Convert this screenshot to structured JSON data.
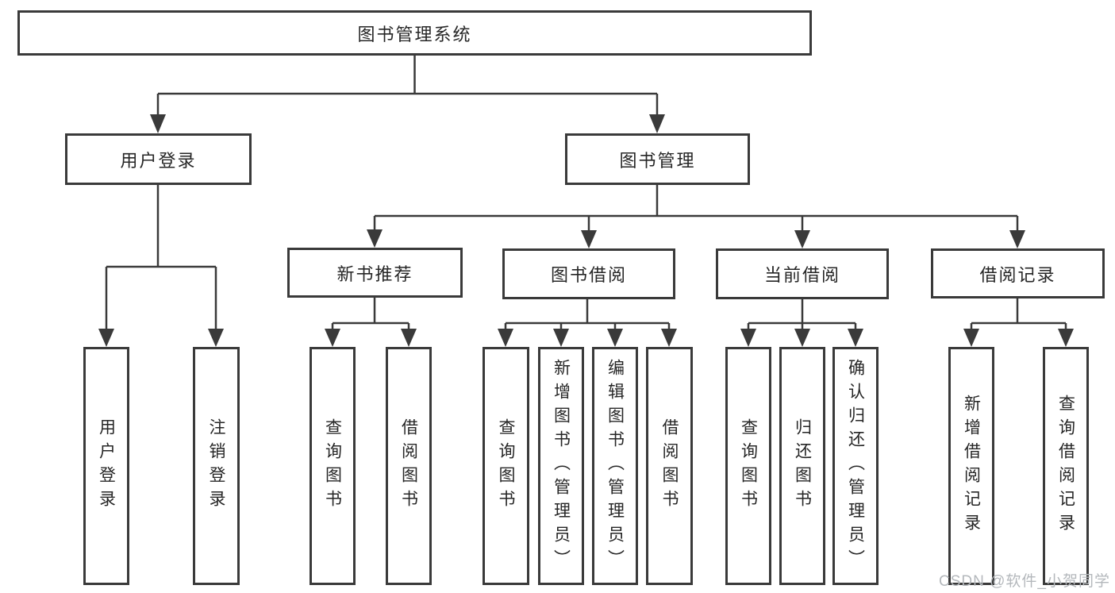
{
  "diagram_title": "图书管理系统",
  "tree": {
    "root": {
      "label": "图书管理系统"
    },
    "branches": [
      {
        "label": "用户登录",
        "children": [
          {
            "label": "用户登录"
          },
          {
            "label": "注销登录"
          }
        ]
      },
      {
        "label": "图书管理",
        "children": [
          {
            "label": "新书推荐",
            "children": [
              {
                "label": "查询图书"
              },
              {
                "label": "借阅图书"
              }
            ]
          },
          {
            "label": "图书借阅",
            "children": [
              {
                "label": "查询图书"
              },
              {
                "label": "新增图书（管理员）"
              },
              {
                "label": "编辑图书（管理员）"
              },
              {
                "label": "借阅图书"
              }
            ]
          },
          {
            "label": "当前借阅",
            "children": [
              {
                "label": "查询图书"
              },
              {
                "label": "归还图书"
              },
              {
                "label": "确认归还（管理员）"
              }
            ]
          },
          {
            "label": "借阅记录",
            "children": [
              {
                "label": "新增借阅记录"
              },
              {
                "label": "查询借阅记录"
              }
            ]
          }
        ]
      }
    ]
  },
  "watermark": "CSDN @软件_小贺同学",
  "colors": {
    "line": "#3a3a3a",
    "box_border": "#3a3a3a",
    "text": "#262626",
    "background": "#ffffff",
    "watermark": "#b4b8bc"
  }
}
